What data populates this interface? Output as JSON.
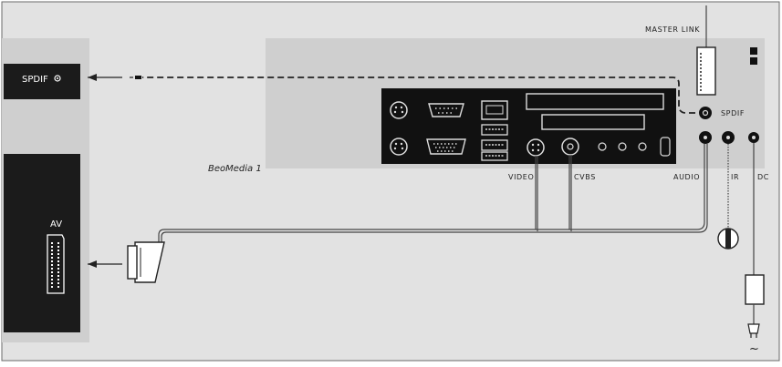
{
  "labels": {
    "spdif_tv": "SPDIF",
    "av": "AV",
    "master_link": "MASTER LINK",
    "device_name": "BeoMedia 1",
    "spdif_port": "SPDIF",
    "video": "VIDEO",
    "cvbs": "CVBS",
    "audio": "AUDIO",
    "ir": "IR",
    "dc": "DC",
    "mains_symbol": "~"
  },
  "colors": {
    "page_background": "#e2e2e2",
    "panel_background": "#cfcfcf",
    "tv_block": "#1b1b1b",
    "connector_panel": "#111111",
    "line": "#444444"
  }
}
